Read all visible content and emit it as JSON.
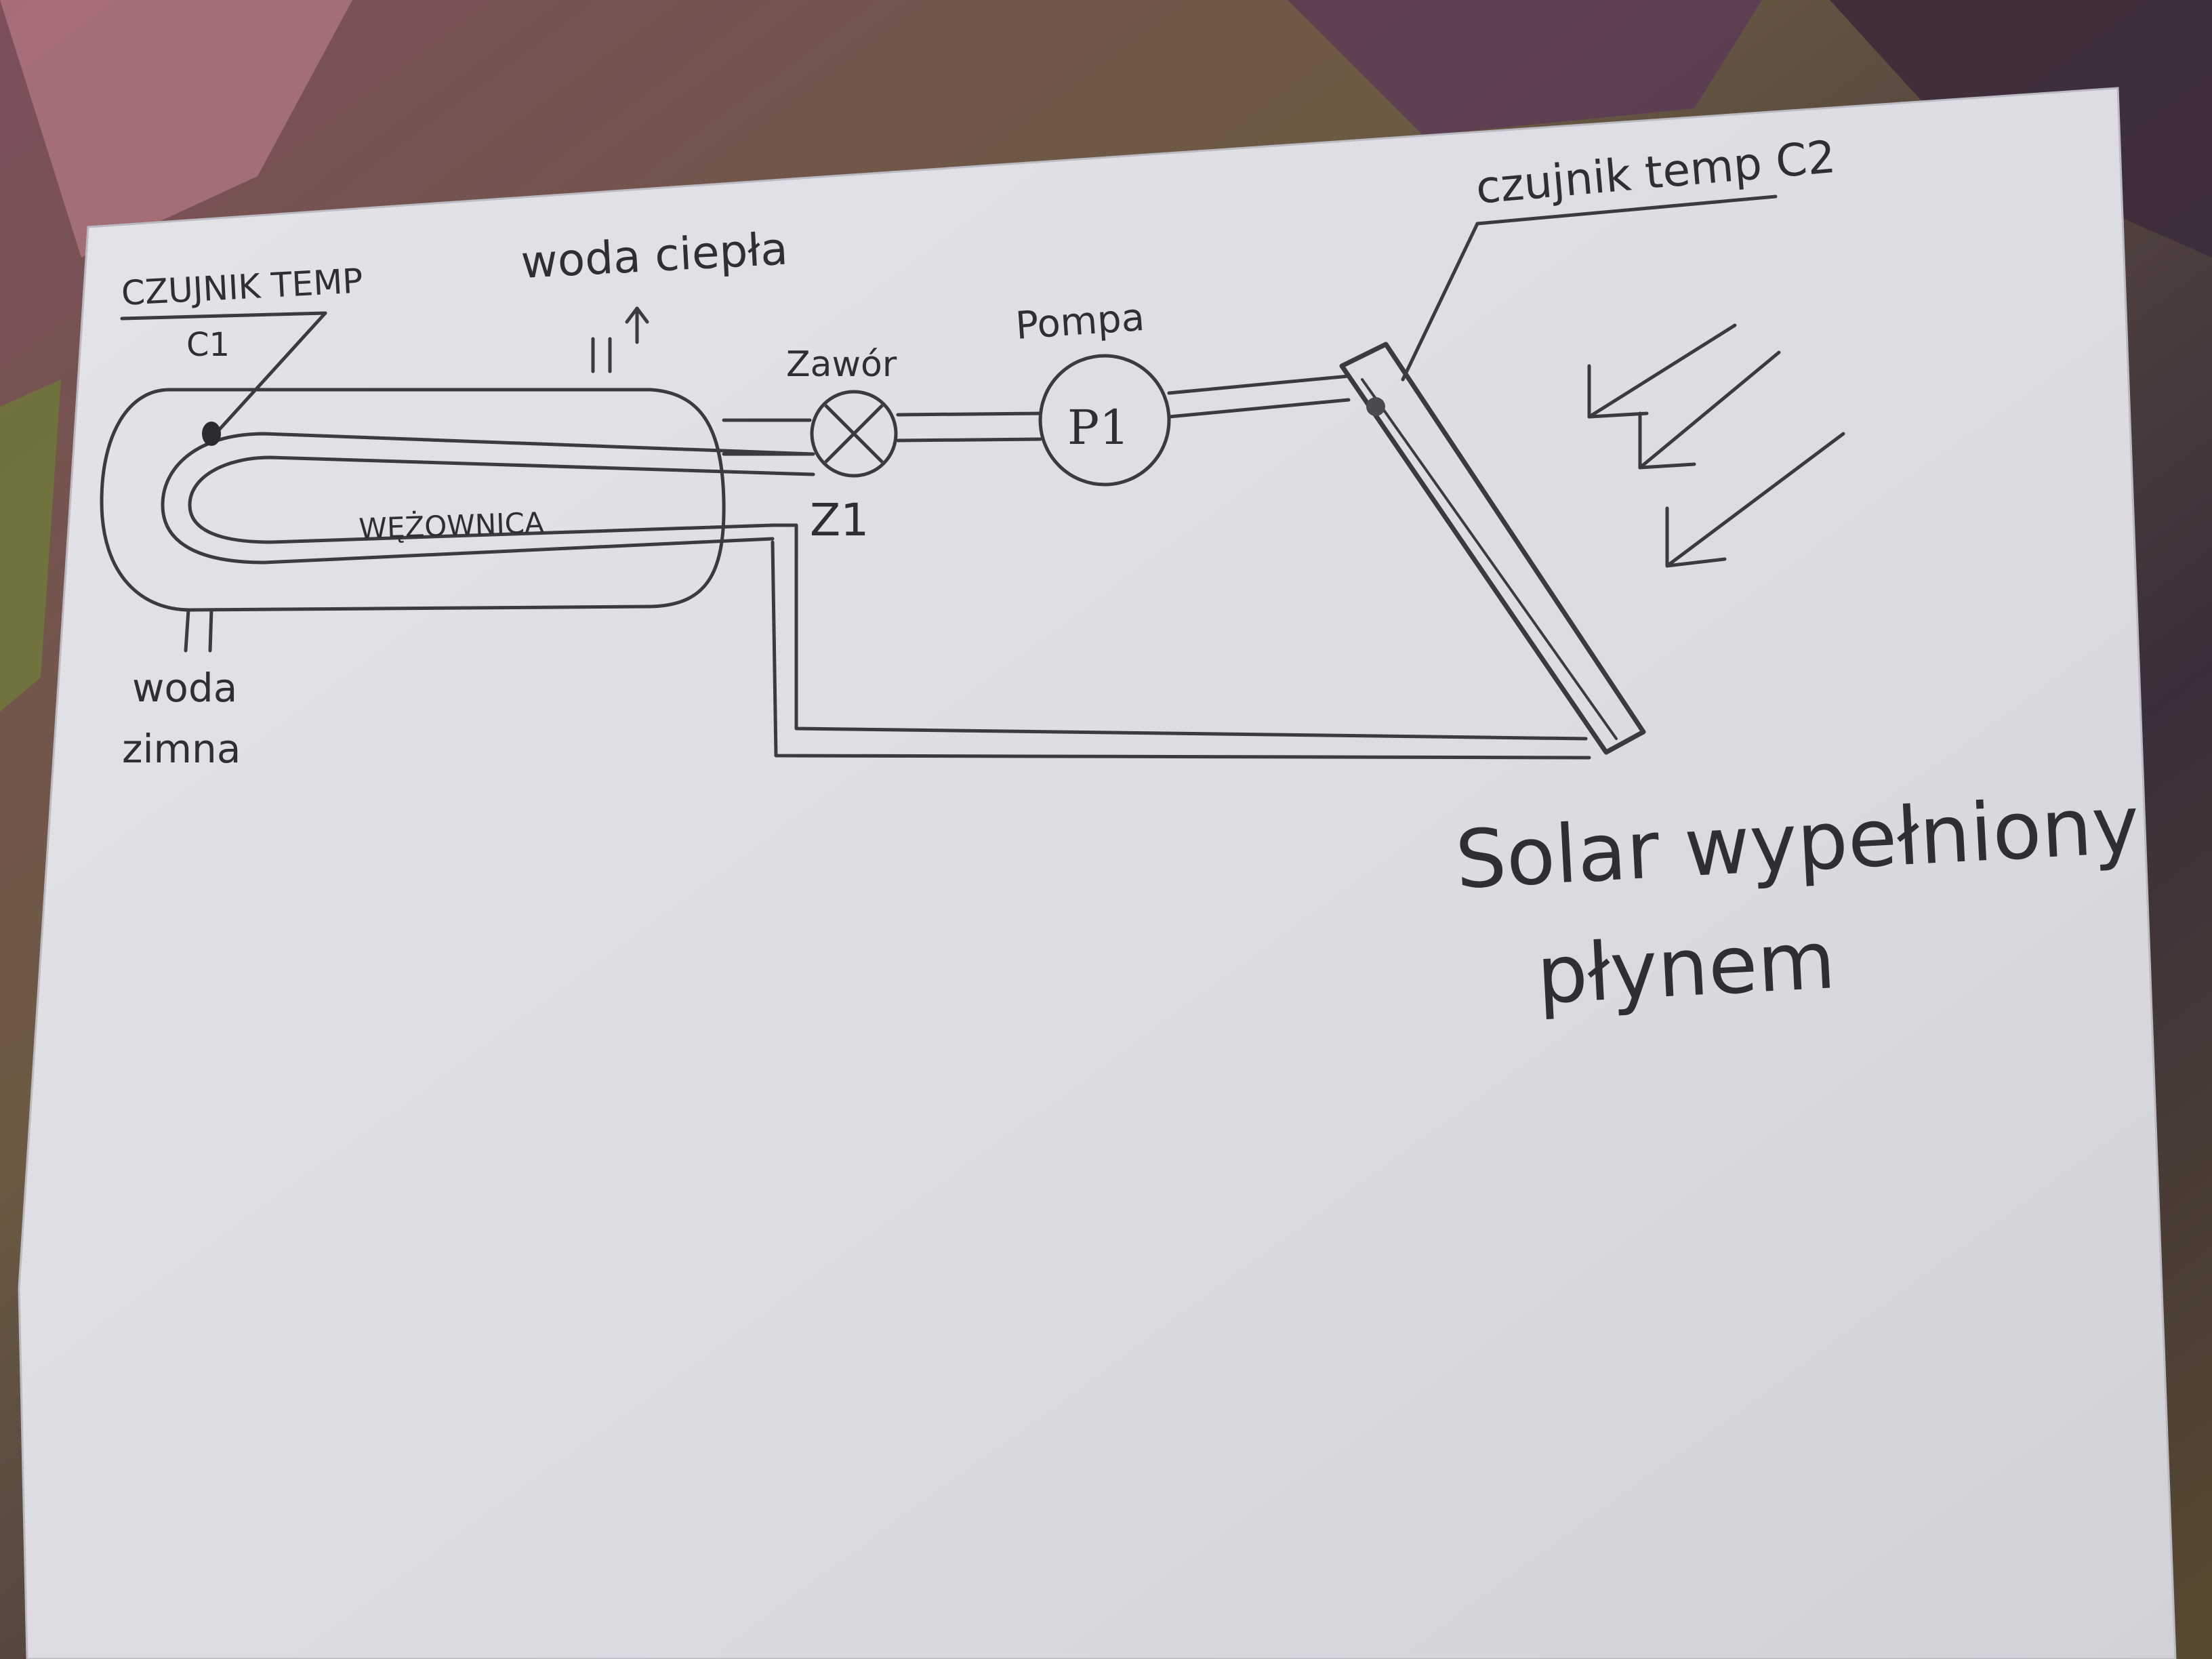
{
  "diagram": {
    "labels": {
      "sensor_c1_title": "CZUJNIK TEMP",
      "sensor_c1_name": "C1",
      "hot_water": "woda ciepła",
      "cold_water_line1": "woda",
      "cold_water_line2": "zimna",
      "coil": "WĘŻOWNICA",
      "valve": "Zawór",
      "valve_symbol": "Z1",
      "pump": "Pompa",
      "pump_symbol": "P1",
      "sensor_c2": "czujnik temp C2",
      "solar_line1": "Solar wypełniony",
      "solar_line2": "płynem"
    },
    "colors": {
      "paper": "#dedde3",
      "ink": "#2f2f33",
      "background": "#4a3b3f"
    },
    "icons": [
      "arrow-up-icon",
      "valve-x-icon",
      "pump-circle-icon",
      "sun-ray-icon"
    ]
  }
}
